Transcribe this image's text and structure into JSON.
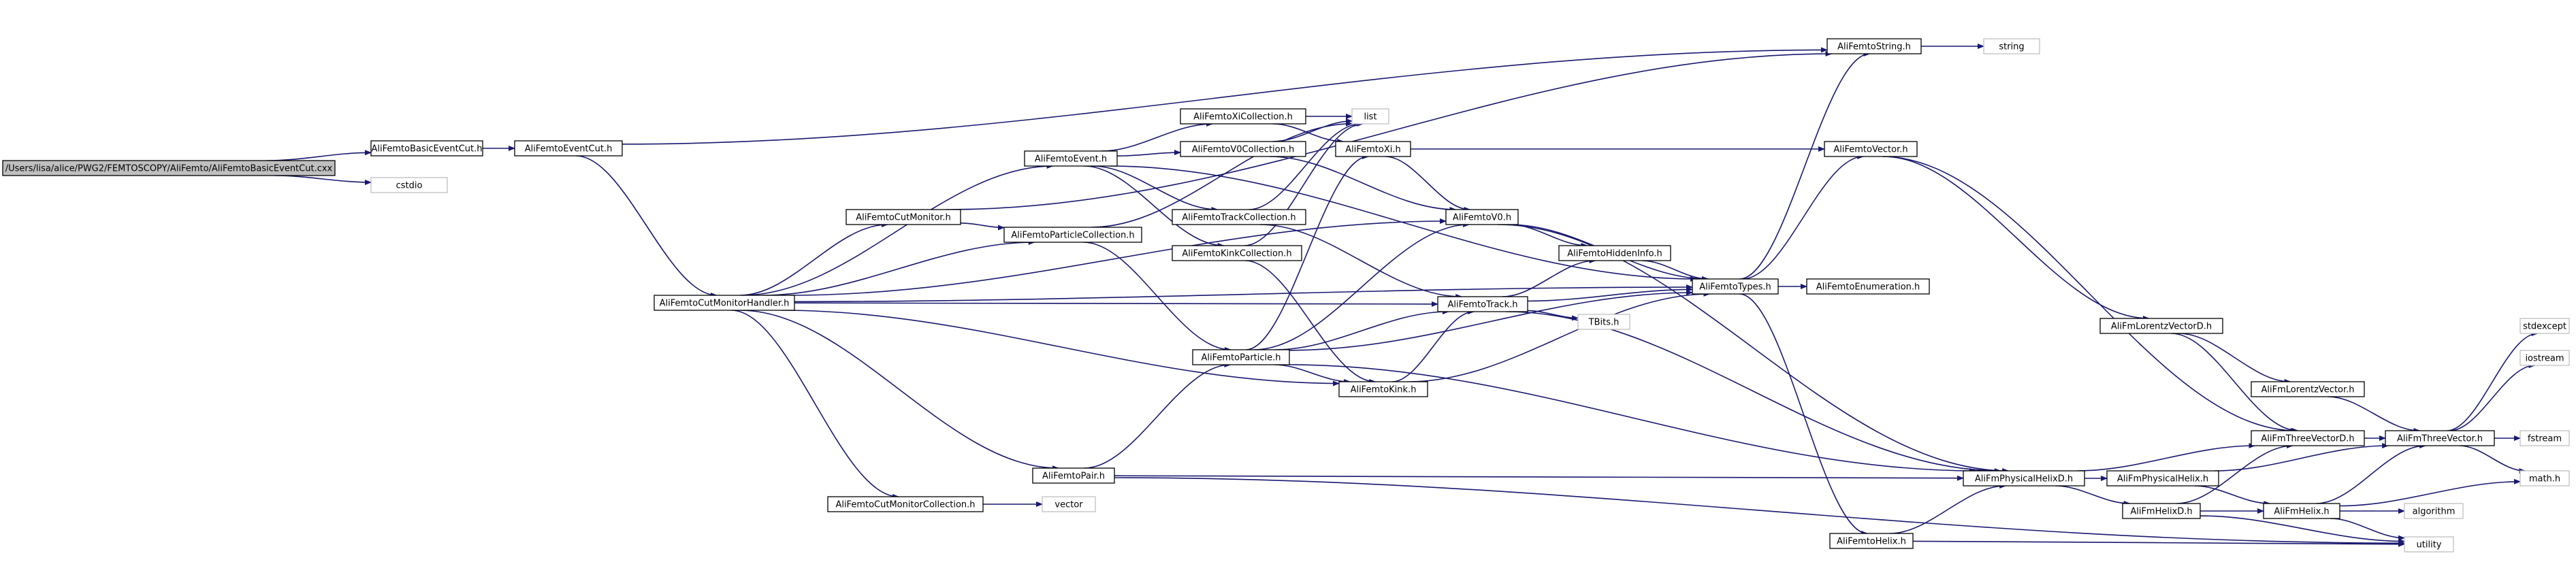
{
  "colors": {
    "edge": "#191970",
    "root_fill": "#bfbfbf",
    "node_fill": "#ffffff",
    "node_border": "#000000",
    "external_border": "#bfbfbf"
  },
  "nodes": {
    "root": {
      "label": "/Users/lisa/alice/PWG2/FEMTOSCOPY/AliFemto/AliFemtoBasicEventCut.cxx",
      "kind": "root"
    },
    "basicEventCut": {
      "label": "AliFemtoBasicEventCut.h",
      "kind": "header"
    },
    "cstdio": {
      "label": "cstdio",
      "kind": "external"
    },
    "eventCut": {
      "label": "AliFemtoEventCut.h",
      "kind": "header"
    },
    "femtoString": {
      "label": "AliFemtoString.h",
      "kind": "header"
    },
    "string": {
      "label": "string",
      "kind": "external"
    },
    "cutMonitorHandler": {
      "label": "AliFemtoCutMonitorHandler.h",
      "kind": "header"
    },
    "event": {
      "label": "AliFemtoEvent.h",
      "kind": "header"
    },
    "cutMonitor": {
      "label": "AliFemtoCutMonitor.h",
      "kind": "header"
    },
    "xiCollection": {
      "label": "AliFemtoXiCollection.h",
      "kind": "header"
    },
    "list": {
      "label": "list",
      "kind": "external"
    },
    "v0Collection": {
      "label": "AliFemtoV0Collection.h",
      "kind": "header"
    },
    "femtoXi": {
      "label": "AliFemtoXi.h",
      "kind": "header"
    },
    "femtoVector": {
      "label": "AliFemtoVector.h",
      "kind": "header"
    },
    "trackCollection": {
      "label": "AliFemtoTrackCollection.h",
      "kind": "header"
    },
    "femtoV0": {
      "label": "AliFemtoV0.h",
      "kind": "header"
    },
    "particleCollection": {
      "label": "AliFemtoParticleCollection.h",
      "kind": "header"
    },
    "kinkCollection": {
      "label": "AliFemtoKinkCollection.h",
      "kind": "header"
    },
    "hiddenInfo": {
      "label": "AliFemtoHiddenInfo.h",
      "kind": "header"
    },
    "femtoTypes": {
      "label": "AliFemtoTypes.h",
      "kind": "header"
    },
    "enumeration": {
      "label": "AliFemtoEnumeration.h",
      "kind": "header"
    },
    "femtoTrack": {
      "label": "AliFemtoTrack.h",
      "kind": "header"
    },
    "tbits": {
      "label": "TBits.h",
      "kind": "external"
    },
    "lorentzVectorD": {
      "label": "AliFmLorentzVectorD.h",
      "kind": "header"
    },
    "lorentzVector": {
      "label": "AliFmLorentzVector.h",
      "kind": "header"
    },
    "stdexcept": {
      "label": "stdexcept",
      "kind": "external"
    },
    "femtoParticle": {
      "label": "AliFemtoParticle.h",
      "kind": "header"
    },
    "iostream": {
      "label": "iostream",
      "kind": "external"
    },
    "femtoKink": {
      "label": "AliFemtoKink.h",
      "kind": "header"
    },
    "threeVectorD": {
      "label": "AliFmThreeVectorD.h",
      "kind": "header"
    },
    "threeVector": {
      "label": "AliFmThreeVector.h",
      "kind": "header"
    },
    "fstream": {
      "label": "fstream",
      "kind": "external"
    },
    "femtoPair": {
      "label": "AliFemtoPair.h",
      "kind": "header"
    },
    "physicalHelixD": {
      "label": "AliFmPhysicalHelixD.h",
      "kind": "header"
    },
    "physicalHelix": {
      "label": "AliFmPhysicalHelix.h",
      "kind": "header"
    },
    "mathH": {
      "label": "math.h",
      "kind": "external"
    },
    "cutMonitorCollection": {
      "label": "AliFemtoCutMonitorCollection.h",
      "kind": "header"
    },
    "vector": {
      "label": "vector",
      "kind": "external"
    },
    "helixD": {
      "label": "AliFmHelixD.h",
      "kind": "header"
    },
    "fmHelix": {
      "label": "AliFmHelix.h",
      "kind": "header"
    },
    "algorithm": {
      "label": "algorithm",
      "kind": "external"
    },
    "femtoHelix": {
      "label": "AliFemtoHelix.h",
      "kind": "header"
    },
    "utility": {
      "label": "utility",
      "kind": "external"
    }
  },
  "edges": [
    [
      "root",
      "basicEventCut"
    ],
    [
      "root",
      "cstdio"
    ],
    [
      "basicEventCut",
      "eventCut"
    ],
    [
      "eventCut",
      "femtoString"
    ],
    [
      "eventCut",
      "cutMonitorHandler"
    ],
    [
      "femtoString",
      "string"
    ],
    [
      "cutMonitorHandler",
      "event"
    ],
    [
      "cutMonitorHandler",
      "cutMonitor"
    ],
    [
      "cutMonitorHandler",
      "particleCollection"
    ],
    [
      "cutMonitorHandler",
      "femtoV0"
    ],
    [
      "cutMonitorHandler",
      "femtoTrack"
    ],
    [
      "cutMonitorHandler",
      "femtoKink"
    ],
    [
      "cutMonitorHandler",
      "femtoPair"
    ],
    [
      "cutMonitorHandler",
      "cutMonitorCollection"
    ],
    [
      "cutMonitorHandler",
      "femtoTypes"
    ],
    [
      "event",
      "xiCollection"
    ],
    [
      "event",
      "v0Collection"
    ],
    [
      "event",
      "trackCollection"
    ],
    [
      "event",
      "kinkCollection"
    ],
    [
      "event",
      "femtoTypes"
    ],
    [
      "cutMonitor",
      "femtoString"
    ],
    [
      "cutMonitor",
      "particleCollection"
    ],
    [
      "xiCollection",
      "list"
    ],
    [
      "xiCollection",
      "femtoXi"
    ],
    [
      "v0Collection",
      "list"
    ],
    [
      "v0Collection",
      "femtoV0"
    ],
    [
      "trackCollection",
      "list"
    ],
    [
      "trackCollection",
      "femtoTrack"
    ],
    [
      "kinkCollection",
      "list"
    ],
    [
      "kinkCollection",
      "femtoKink"
    ],
    [
      "particleCollection",
      "list"
    ],
    [
      "particleCollection",
      "femtoParticle"
    ],
    [
      "femtoXi",
      "femtoVector"
    ],
    [
      "femtoXi",
      "femtoV0"
    ],
    [
      "femtoV0",
      "femtoTypes"
    ],
    [
      "femtoV0",
      "hiddenInfo"
    ],
    [
      "femtoV0",
      "physicalHelixD"
    ],
    [
      "hiddenInfo",
      "femtoTypes"
    ],
    [
      "femtoTrack",
      "hiddenInfo"
    ],
    [
      "femtoTrack",
      "femtoTypes"
    ],
    [
      "femtoTrack",
      "tbits"
    ],
    [
      "femtoTrack",
      "physicalHelixD"
    ],
    [
      "femtoParticle",
      "femtoXi"
    ],
    [
      "femtoParticle",
      "femtoV0"
    ],
    [
      "femtoParticle",
      "femtoTrack"
    ],
    [
      "femtoParticle",
      "femtoKink"
    ],
    [
      "femtoParticle",
      "femtoTypes"
    ],
    [
      "femtoParticle",
      "physicalHelixD"
    ],
    [
      "femtoKink",
      "femtoTrack"
    ],
    [
      "femtoKink",
      "femtoTypes"
    ],
    [
      "femtoPair",
      "femtoParticle"
    ],
    [
      "femtoPair",
      "physicalHelixD"
    ],
    [
      "femtoPair",
      "utility"
    ],
    [
      "femtoTypes",
      "femtoString"
    ],
    [
      "femtoTypes",
      "femtoVector"
    ],
    [
      "femtoTypes",
      "enumeration"
    ],
    [
      "femtoTypes",
      "femtoHelix"
    ],
    [
      "femtoVector",
      "lorentzVectorD"
    ],
    [
      "femtoVector",
      "threeVectorD"
    ],
    [
      "lorentzVectorD",
      "lorentzVector"
    ],
    [
      "lorentzVectorD",
      "threeVectorD"
    ],
    [
      "lorentzVector",
      "threeVector"
    ],
    [
      "threeVectorD",
      "threeVector"
    ],
    [
      "threeVector",
      "stdexcept"
    ],
    [
      "threeVector",
      "iostream"
    ],
    [
      "threeVector",
      "fstream"
    ],
    [
      "threeVector",
      "mathH"
    ],
    [
      "physicalHelixD",
      "physicalHelix"
    ],
    [
      "physicalHelixD",
      "helixD"
    ],
    [
      "physicalHelixD",
      "threeVectorD"
    ],
    [
      "physicalHelix",
      "fmHelix"
    ],
    [
      "physicalHelix",
      "threeVector"
    ],
    [
      "helixD",
      "fmHelix"
    ],
    [
      "helixD",
      "threeVectorD"
    ],
    [
      "helixD",
      "utility"
    ],
    [
      "fmHelix",
      "threeVector"
    ],
    [
      "fmHelix",
      "mathH"
    ],
    [
      "fmHelix",
      "algorithm"
    ],
    [
      "fmHelix",
      "utility"
    ],
    [
      "femtoHelix",
      "physicalHelixD"
    ],
    [
      "femtoHelix",
      "utility"
    ],
    [
      "cutMonitorCollection",
      "vector"
    ]
  ]
}
